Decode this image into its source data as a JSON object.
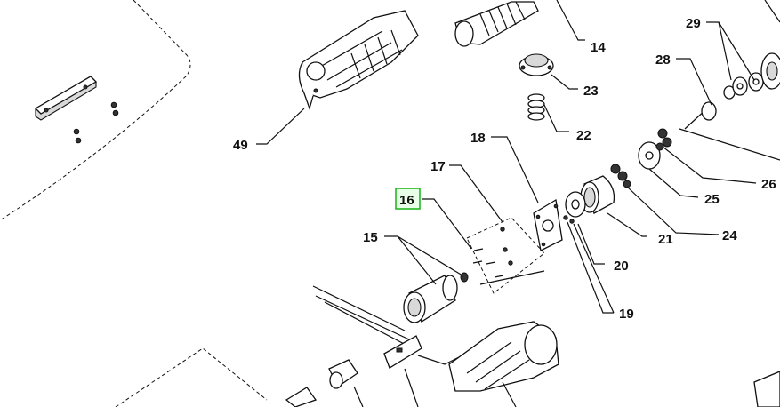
{
  "diagram": {
    "callouts": [
      {
        "id": "14",
        "label": "14"
      },
      {
        "id": "23",
        "label": "23"
      },
      {
        "id": "22",
        "label": "22"
      },
      {
        "id": "29",
        "label": "29"
      },
      {
        "id": "28",
        "label": "28"
      },
      {
        "id": "49",
        "label": "49"
      },
      {
        "id": "18",
        "label": "18"
      },
      {
        "id": "17",
        "label": "17"
      },
      {
        "id": "16",
        "label": "16",
        "highlighted": true
      },
      {
        "id": "15",
        "label": "15"
      },
      {
        "id": "26",
        "label": "26"
      },
      {
        "id": "25",
        "label": "25"
      },
      {
        "id": "24",
        "label": "24"
      },
      {
        "id": "21",
        "label": "21"
      },
      {
        "id": "20",
        "label": "20"
      },
      {
        "id": "19",
        "label": "19"
      }
    ],
    "highlight_color": "#22b822"
  }
}
